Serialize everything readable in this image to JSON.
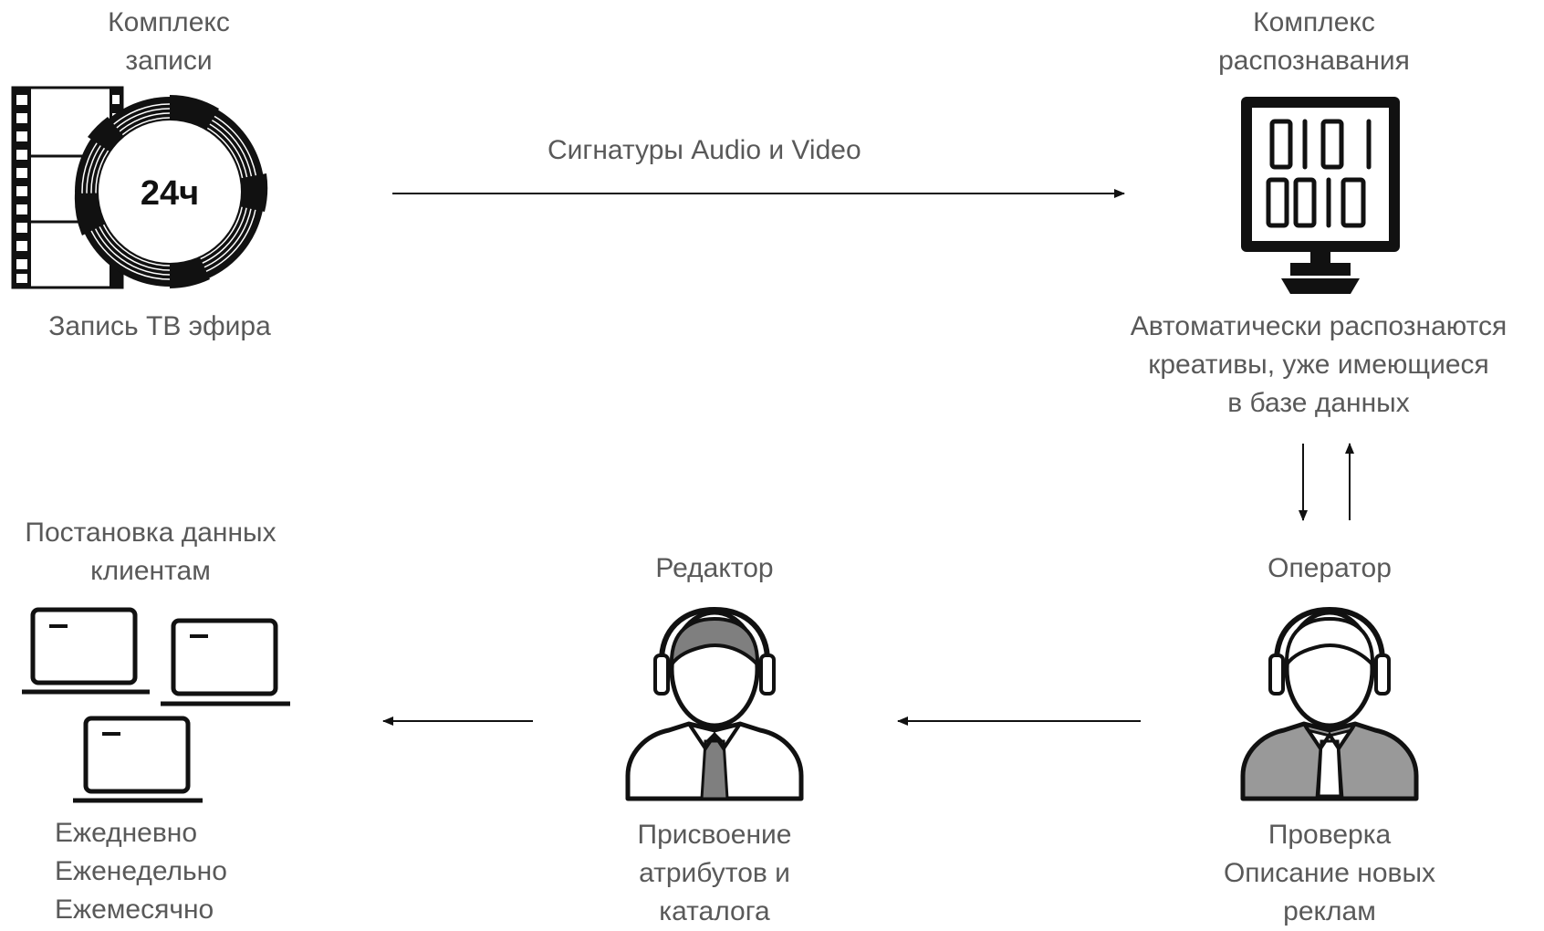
{
  "nodes": {
    "recording": {
      "title_lines": [
        "Комплекс",
        "записи"
      ],
      "badge": "24ч",
      "caption": "Запись ТВ эфира"
    },
    "recognition": {
      "title_lines": [
        "Комплекс",
        "распознавания"
      ],
      "caption_lines": [
        "Автоматически распознаются",
        "креативы, уже имеющиеся",
        "в базе данных"
      ]
    },
    "operator": {
      "title": "Оператор",
      "caption_lines": [
        "Проверка",
        "Описание новых",
        "реклам"
      ]
    },
    "editor": {
      "title": "Редактор",
      "caption_lines": [
        "Присвоение",
        "атрибутов и",
        "каталога"
      ]
    },
    "clients": {
      "title_lines": [
        "Постановка данных",
        "клиентам"
      ],
      "caption_lines": [
        "Ежедневно",
        "Еженедельно",
        "Ежемесячно"
      ]
    }
  },
  "edges": {
    "recording_to_recognition": {
      "label": "Сигнатуры Audio и Video"
    }
  },
  "colors": {
    "text": "#595959",
    "stroke": "#111111",
    "editor_hair": "#7f7f7f",
    "operator_suit": "#999999"
  }
}
